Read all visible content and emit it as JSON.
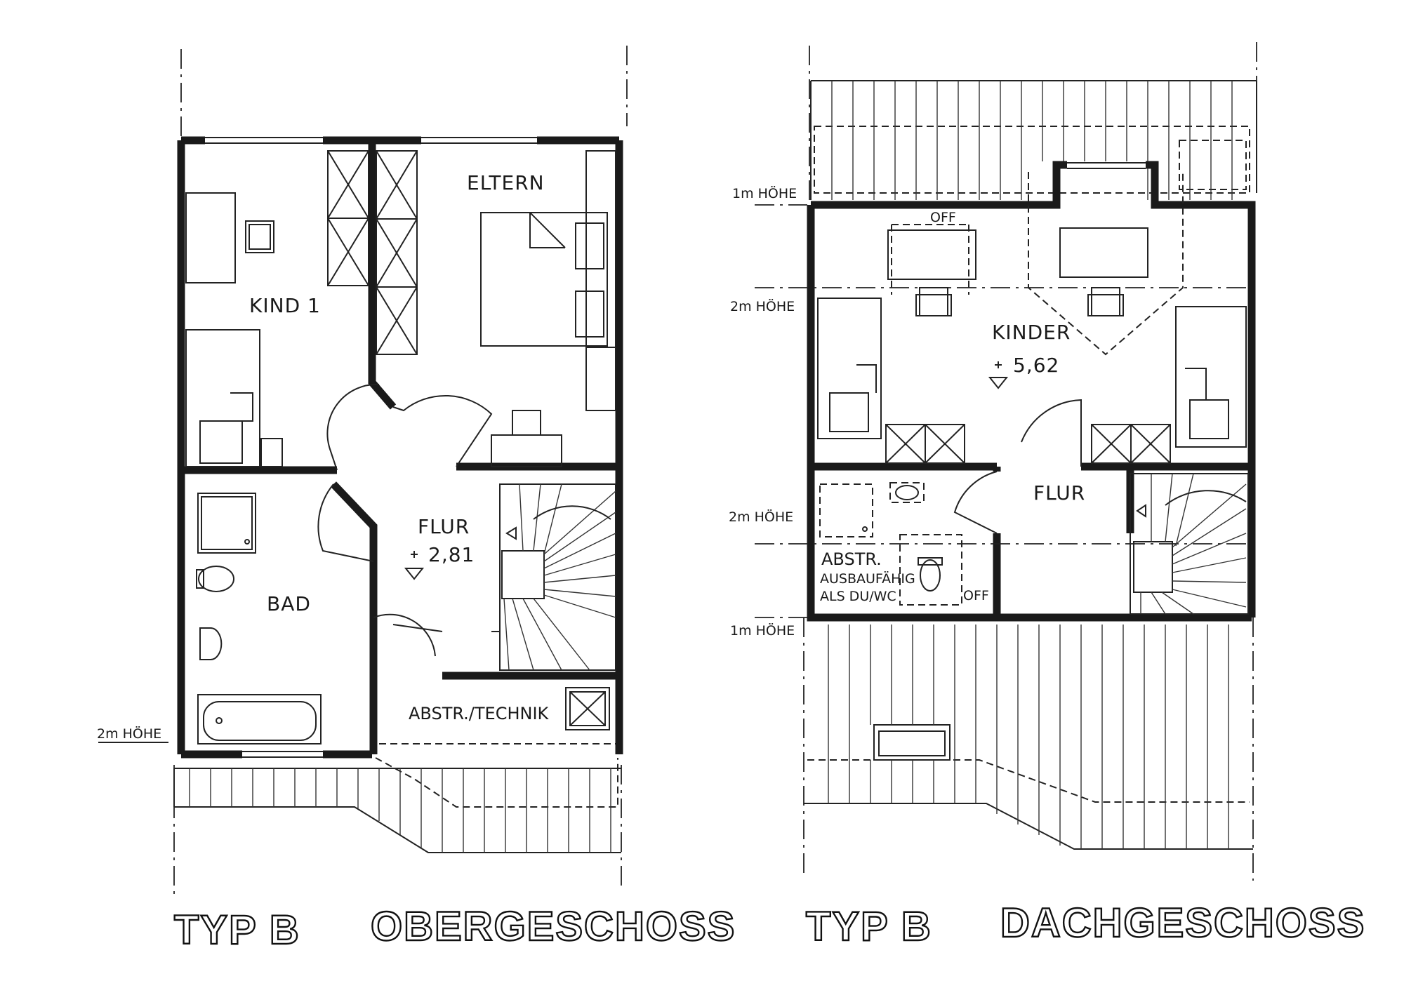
{
  "obergeschoss": {
    "type_label": "TYP B",
    "floor_title": "OBERGESCHOSS",
    "rooms": {
      "kind1": "KIND 1",
      "eltern": "ELTERN",
      "flur": "FLUR",
      "flur_level": "2,81",
      "bad": "BAD",
      "abstr_technik": "ABSTR./TECHNIK"
    },
    "height_mark": "2m HÖHE"
  },
  "dachgeschoss": {
    "type_label": "TYP B",
    "floor_title": "DACHGESCHOSS",
    "rooms": {
      "kinder": "KINDER",
      "kinder_level": "5,62",
      "flur": "FLUR",
      "abstr": "ABSTR.",
      "ausbaufaehig": "AUSBAUFÄHIG",
      "als_du_wc": "ALS DU/WC",
      "off_top": "OFF",
      "off_bath": "OFF"
    },
    "height_marks": {
      "top_1m": "1m HÖHE",
      "upper_2m": "2m HÖHE",
      "lower_2m": "2m HÖHE",
      "bottom_1m": "1m HÖHE"
    }
  }
}
